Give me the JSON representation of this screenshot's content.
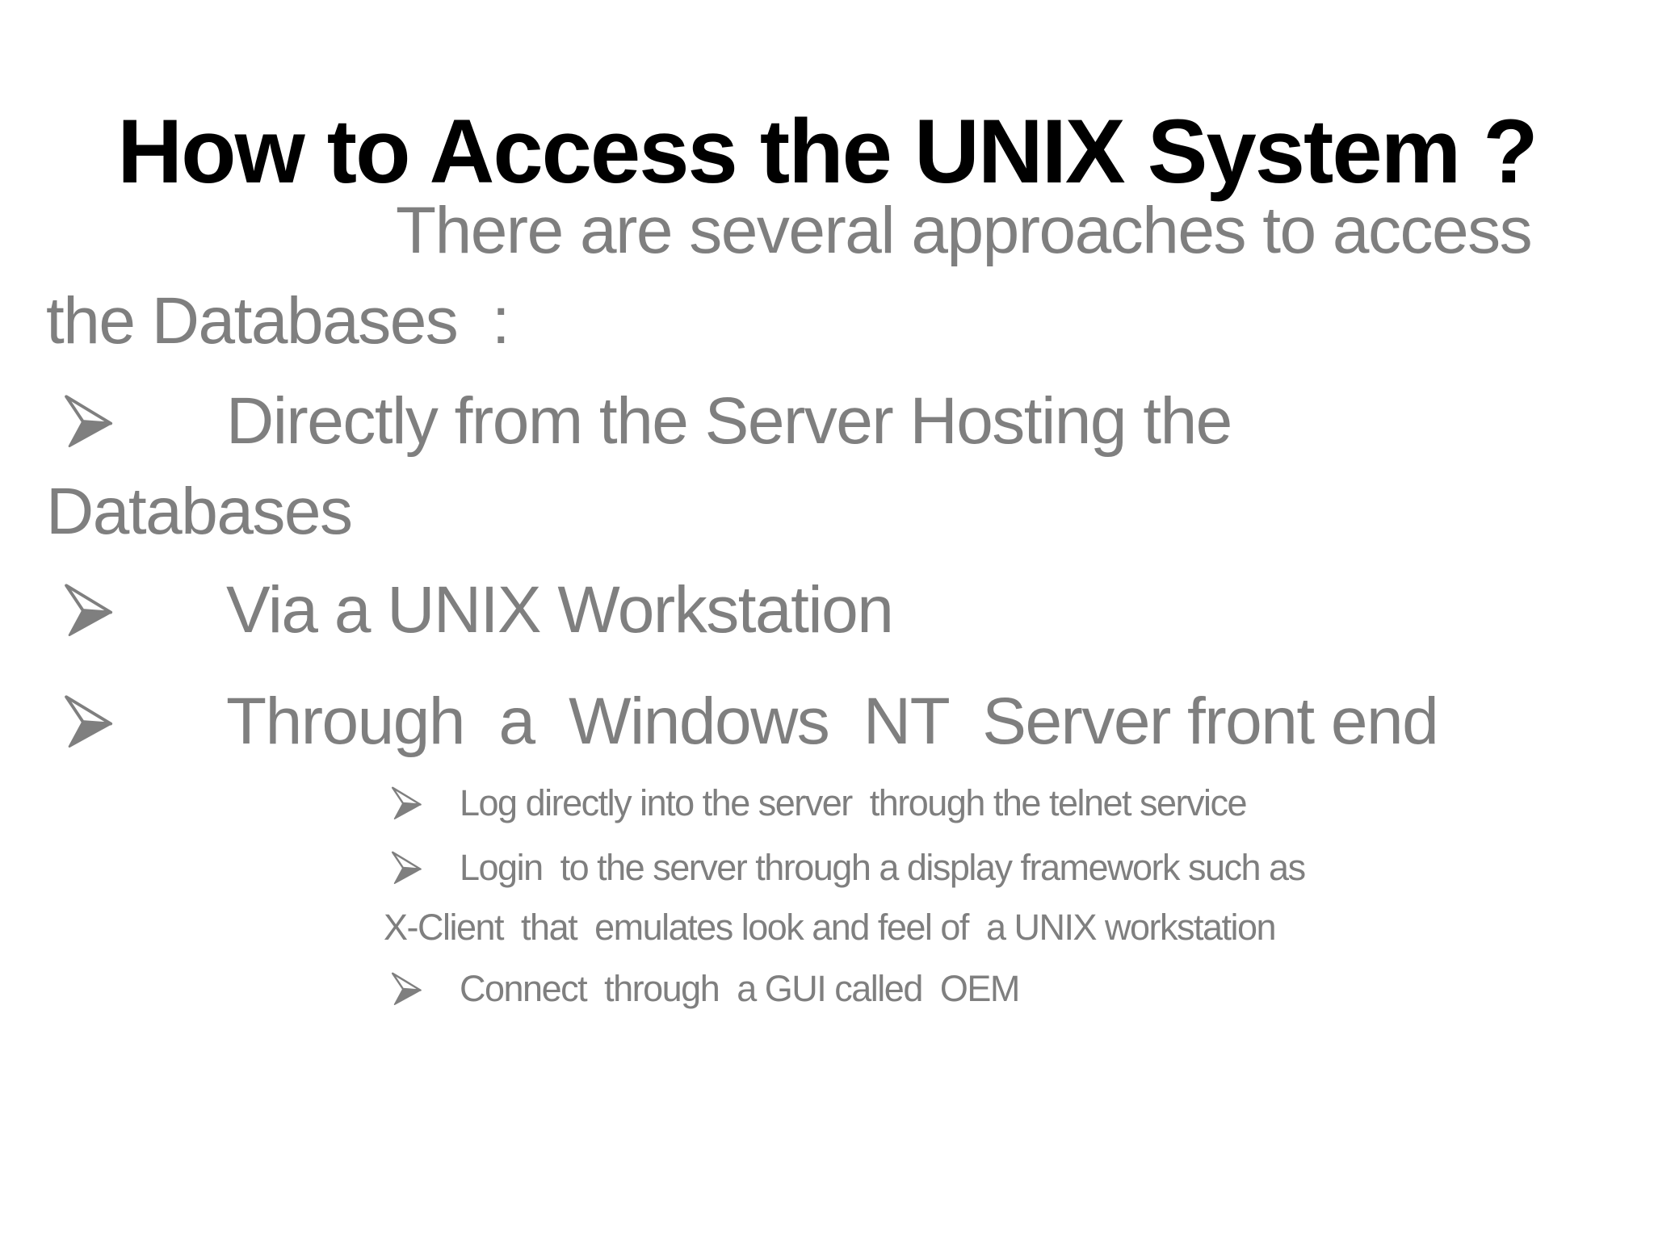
{
  "slide": {
    "title": "How to Access the UNIX System ?",
    "colors": {
      "background": "#ffffff",
      "title_text": "#000000",
      "body_text": "#7f7f7f",
      "bullet_glyph": "#7f7f7f"
    },
    "intro": {
      "lines": [
        "There are several approaches to access",
        "the Databases  :"
      ]
    },
    "bullets": [
      {
        "icon": "three-d-arrowhead-bullet",
        "lines": [
          "Directly from the Server Hosting the",
          "Databases"
        ]
      },
      {
        "icon": "three-d-arrowhead-bullet",
        "lines": [
          "Via a UNIX Workstation"
        ]
      },
      {
        "icon": "three-d-arrowhead-bullet",
        "lines": [
          "Through  a  Windows  NT  Server front end"
        ]
      }
    ],
    "sub_bullets": [
      {
        "icon": "three-d-arrowhead-bullet",
        "lines": [
          "Log directly into the server  through the telnet service"
        ]
      },
      {
        "icon": "three-d-arrowhead-bullet",
        "lines": [
          "Login  to the server through a display framework such as",
          "X-Client  that  emulates look and feel of  a UNIX workstation"
        ]
      },
      {
        "icon": "three-d-arrowhead-bullet",
        "lines": [
          "Connect  through  a GUI called  OEM"
        ]
      }
    ]
  }
}
